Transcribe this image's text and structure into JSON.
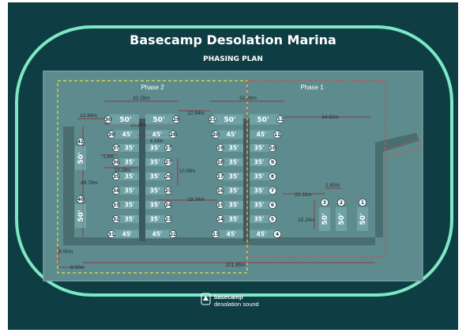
{
  "title": "Basecamp Desolation Marina",
  "subtitle": "PHASING PLAN",
  "phases": {
    "phase2": "Phase 2",
    "phase1": "Phase 1"
  },
  "colors": {
    "bg": "#0e3d43",
    "track": "#7ee8c4",
    "plan": "#5e8b8e",
    "dock": "#4a6d70",
    "phase2": "#e8e13a",
    "phase1": "#d94a4a",
    "dim": "#9c1c28",
    "num": "#0f2e33"
  },
  "dims": {
    "d1": "32.28m",
    "d2": "12.94m",
    "d3": "12.84m",
    "d4": "32.28m",
    "d5": "34.62m",
    "d6": "15.24m",
    "d7": "4.19m",
    "d8": "1.8m",
    "d9": "12.19m",
    "d10": "10.39m",
    "d11": "19.34m",
    "d12": "21.11m",
    "d13": "1.80m",
    "d14": "15.24m",
    "d15": "48.76m",
    "d16": "9.00m",
    "d17": "9.00m",
    "d18": "121.85m"
  },
  "slips_left": {
    "top": {
      "a": "30",
      "a_size": "50'",
      "b": "29",
      "b_size": "50'"
    },
    "row45": {
      "a": "39",
      "a_size": "45'",
      "b": "28",
      "b_size": "45'"
    },
    "rows35": [
      {
        "a": "37",
        "a_size": "35'",
        "b": "27",
        "b_size": "35'"
      },
      {
        "a": "36",
        "a_size": "35'",
        "b": "27",
        "b_size": "35'"
      },
      {
        "a": "35",
        "a_size": "35'",
        "b": "26",
        "b_size": "35'"
      },
      {
        "a": "34",
        "a_size": "35'",
        "b": "25",
        "b_size": "35'"
      },
      {
        "a": "33",
        "a_size": "35'",
        "b": "24",
        "b_size": "35'"
      },
      {
        "a": "32",
        "a_size": "35'",
        "b": "23",
        "b_size": "35'"
      }
    ],
    "bottom": {
      "a": "31",
      "a_size": "45'",
      "b": "22",
      "b_size": "45'"
    }
  },
  "slips_mid": {
    "top": {
      "a": "21",
      "a_size": "50'",
      "b": "12",
      "b_size": "50'"
    },
    "row45": {
      "a": "20",
      "a_size": "45'",
      "b": "11",
      "b_size": "45'"
    },
    "rows35": [
      {
        "a": "19",
        "a_size": "35'",
        "b": "10",
        "b_size": "35'"
      },
      {
        "a": "18",
        "a_size": "35'",
        "b": "9",
        "b_size": "35'"
      },
      {
        "a": "17",
        "a_size": "35'",
        "b": "8",
        "b_size": "35'"
      },
      {
        "a": "16",
        "a_size": "35'",
        "b": "7",
        "b_size": "35'"
      },
      {
        "a": "15",
        "a_size": "35'",
        "b": "6",
        "b_size": "35'"
      },
      {
        "a": "14",
        "a_size": "35'",
        "b": "5",
        "b_size": "35'"
      }
    ],
    "bottom": {
      "a": "13",
      "a_size": "45'",
      "b": "4",
      "b_size": "45'"
    }
  },
  "side_slips": {
    "west_top": {
      "num": "42",
      "size": "50'"
    },
    "west_bottom": {
      "num": "40",
      "size": "50'"
    },
    "east": [
      {
        "num": "3",
        "size": "50'"
      },
      {
        "num": "2",
        "size": "50'"
      },
      {
        "num": "1",
        "size": "50'"
      }
    ]
  },
  "logo": {
    "line1": "basecamp",
    "line2": "desolation sound",
    "icon": "tree-icon"
  }
}
